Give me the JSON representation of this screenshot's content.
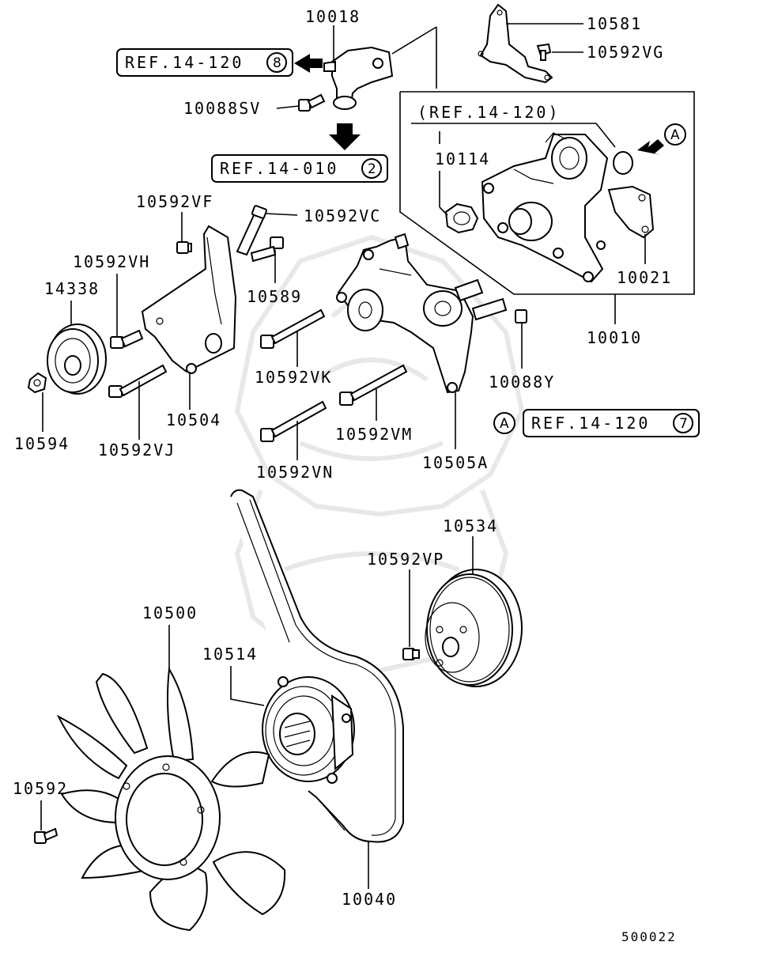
{
  "parts": {
    "p10018": "10018",
    "p10581": "10581",
    "p10592VG": "10592VG",
    "p10088SV": "10088SV",
    "p10114": "10114",
    "p10021": "10021",
    "p10010": "10010",
    "p10592VF": "10592VF",
    "p10592VC": "10592VC",
    "p10592VH": "10592VH",
    "p14338": "14338",
    "p10589": "10589",
    "p10592VK": "10592VK",
    "p10088Y": "10088Y",
    "p10594": "10594",
    "p10504": "10504",
    "p10592VJ": "10592VJ",
    "p10592VM": "10592VM",
    "p10505A": "10505A",
    "p10592VN": "10592VN",
    "p10534": "10534",
    "p10592VP": "10592VP",
    "p10500": "10500",
    "p10514": "10514",
    "p10592": "10592",
    "p10040": "10040"
  },
  "refs": {
    "ref_a": {
      "text": "REF.14-120",
      "num": "8"
    },
    "ref_b": {
      "text": "REF.14-010",
      "num": "2"
    },
    "ref_c": {
      "text": "(REF.14-120)"
    },
    "ref_d": {
      "text": "REF.14-120",
      "num": "7"
    }
  },
  "markers": {
    "a1": "A",
    "a2": "A"
  },
  "footer": {
    "diagram_number": "500022"
  }
}
